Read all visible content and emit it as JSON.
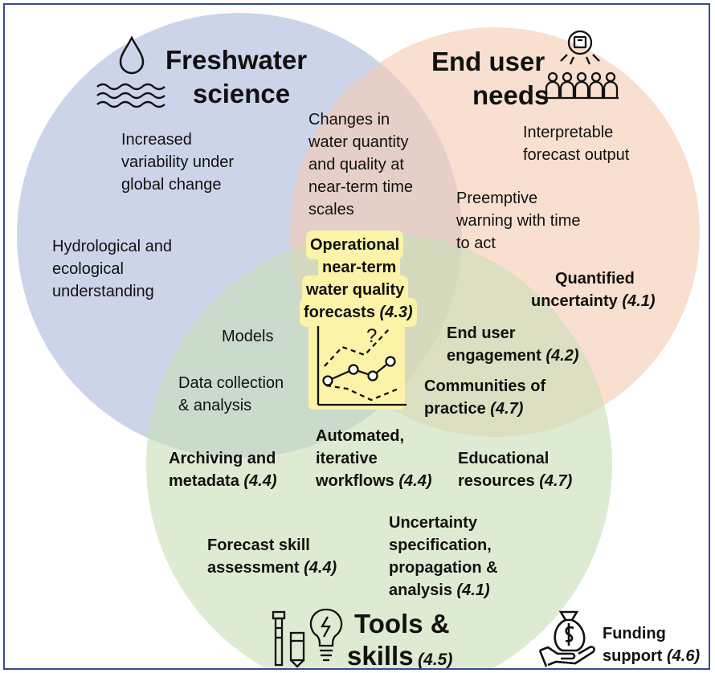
{
  "colors": {
    "freshwater": "#b8c4e2",
    "enduser": "#f5cbb3",
    "tools": "#c9dfb8",
    "highlight": "#fbf3a8",
    "frame": "#3b4a8f"
  },
  "icons": [
    "water-drop-icon",
    "waves-icon",
    "broadcast-audience-icon",
    "tools-icon",
    "lightbulb-icon",
    "forecast-chart-icon",
    "money-bag-hand-icon"
  ],
  "freshwater": {
    "title1": "Freshwater",
    "title2": "science",
    "item1": [
      "Increased",
      "variability under",
      "global change"
    ],
    "item2": [
      "Hydrological and",
      "ecological",
      "understanding"
    ]
  },
  "enduser": {
    "title1": "End user",
    "title2": "needs",
    "item1": [
      "Interpretable",
      "forecast output"
    ],
    "item2": [
      "Preemptive",
      "warning with time",
      "to act"
    ],
    "quantified": "Quantified",
    "uncertainty": "uncertainty",
    "uncertainty_ref": "(4.1)"
  },
  "overlap_fw_eu": [
    "Changes in",
    "water quantity",
    "and quality at",
    "near-term time",
    "scales"
  ],
  "center": {
    "lines": [
      "Operational",
      "near-term",
      "water quality",
      "forecasts"
    ],
    "ref": "(4.3)",
    "chart_mark": "?"
  },
  "overlap_fw_tools": {
    "models": "Models",
    "data1": "Data collection",
    "data2": "& analysis"
  },
  "overlap_eu_tools": {
    "engagement1": "End user",
    "engagement2": "engagement",
    "engagement_ref": "(4.2)",
    "communities1": "Communities of",
    "communities2": "practice",
    "communities_ref": "(4.7)"
  },
  "tools": {
    "automated1": "Automated,",
    "automated2": "iterative",
    "automated3": "workflows",
    "automated_ref": "(4.4)",
    "archiving1": "Archiving and",
    "archiving2": "metadata",
    "archiving_ref": "(4.4)",
    "educational1": "Educational",
    "educational2": "resources",
    "educational_ref": "(4.7)",
    "skill1": "Forecast skill",
    "skill2": "assessment",
    "skill_ref": "(4.4)",
    "uncert1": "Uncertainty",
    "uncert2": "specification,",
    "uncert3": "propagation &",
    "uncert4": "analysis",
    "uncert_ref": "(4.1)",
    "title1": "Tools &",
    "title2": "skills",
    "title_ref": "(4.5)"
  },
  "funding": {
    "line1": "Funding",
    "line2": "support",
    "ref": "(4.6)"
  }
}
